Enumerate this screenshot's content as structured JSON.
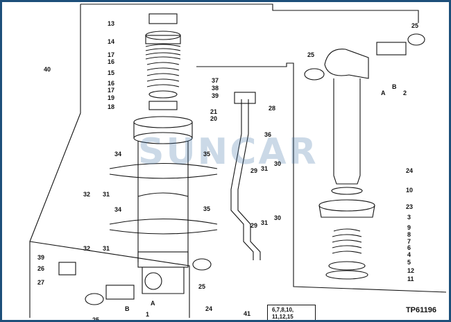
{
  "diagram": {
    "reference": "TP61196",
    "watermark": "SUNCAR",
    "kit": {
      "label": "41",
      "parts_line1": "6,7,8,10,",
      "parts_line2": "11,12,15"
    },
    "callouts": [
      {
        "id": "c13",
        "label": "13"
      },
      {
        "id": "c14",
        "label": "14"
      },
      {
        "id": "c17a",
        "label": "17"
      },
      {
        "id": "c16a",
        "label": "16"
      },
      {
        "id": "c15",
        "label": "15"
      },
      {
        "id": "c16b",
        "label": "16"
      },
      {
        "id": "c17b",
        "label": "17"
      },
      {
        "id": "c19",
        "label": "19"
      },
      {
        "id": "c18",
        "label": "18"
      },
      {
        "id": "c21",
        "label": "21"
      },
      {
        "id": "c20",
        "label": "20"
      },
      {
        "id": "c40",
        "label": "40"
      },
      {
        "id": "c37",
        "label": "37"
      },
      {
        "id": "c38",
        "label": "38"
      },
      {
        "id": "c39a",
        "label": "39"
      },
      {
        "id": "c28",
        "label": "28"
      },
      {
        "id": "c36",
        "label": "36"
      },
      {
        "id": "c34a",
        "label": "34"
      },
      {
        "id": "c35a",
        "label": "35"
      },
      {
        "id": "c29a",
        "label": "29"
      },
      {
        "id": "c31a",
        "label": "31"
      },
      {
        "id": "c30a",
        "label": "30"
      },
      {
        "id": "c32a",
        "label": "32"
      },
      {
        "id": "c31b",
        "label": "31"
      },
      {
        "id": "c34b",
        "label": "34"
      },
      {
        "id": "c35b",
        "label": "35"
      },
      {
        "id": "c29b",
        "label": "29"
      },
      {
        "id": "c31c",
        "label": "31"
      },
      {
        "id": "c30b",
        "label": "30"
      },
      {
        "id": "c32b",
        "label": "32"
      },
      {
        "id": "c31d",
        "label": "31"
      },
      {
        "id": "c39b",
        "label": "39"
      },
      {
        "id": "c26",
        "label": "26"
      },
      {
        "id": "c27",
        "label": "27"
      },
      {
        "id": "c25a",
        "label": "25"
      },
      {
        "id": "c24a",
        "label": "24"
      },
      {
        "id": "cB1",
        "label": "B"
      },
      {
        "id": "cA1",
        "label": "A"
      },
      {
        "id": "c1",
        "label": "1"
      },
      {
        "id": "c25b",
        "label": "25"
      },
      {
        "id": "c25c",
        "label": "25"
      },
      {
        "id": "c25d",
        "label": "25"
      },
      {
        "id": "cB2",
        "label": "B"
      },
      {
        "id": "cA2",
        "label": "A"
      },
      {
        "id": "c2",
        "label": "2"
      },
      {
        "id": "c24b",
        "label": "24"
      },
      {
        "id": "c10",
        "label": "10"
      },
      {
        "id": "c23",
        "label": "23"
      },
      {
        "id": "c3",
        "label": "3"
      },
      {
        "id": "c9",
        "label": "9"
      },
      {
        "id": "c8",
        "label": "8"
      },
      {
        "id": "c7",
        "label": "7"
      },
      {
        "id": "c6",
        "label": "6"
      },
      {
        "id": "c4",
        "label": "4"
      },
      {
        "id": "c5",
        "label": "5"
      },
      {
        "id": "c12",
        "label": "12"
      },
      {
        "id": "c11",
        "label": "11"
      }
    ]
  }
}
